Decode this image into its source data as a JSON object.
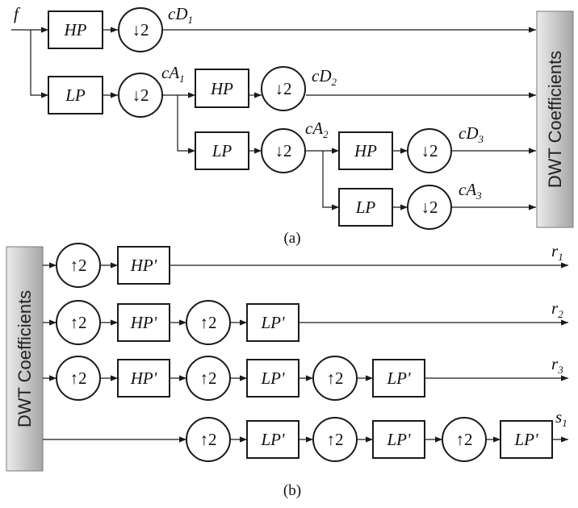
{
  "figure_a": {
    "input": "f",
    "coeffs": [
      {
        "base": "cD",
        "sub": "1"
      },
      {
        "base": "cA",
        "sub": "1"
      },
      {
        "base": "cD",
        "sub": "2"
      },
      {
        "base": "cA",
        "sub": "2"
      },
      {
        "base": "cD",
        "sub": "3"
      },
      {
        "base": "cA",
        "sub": "3"
      }
    ],
    "hp": "HP",
    "lp": "LP",
    "down": "↓2",
    "dwt": "DWT Coefficients",
    "caption": "(a)"
  },
  "figure_b": {
    "up": "↑2",
    "hp": "HP'",
    "lp": "LP'",
    "dwt": "DWT Coefficients",
    "outputs": [
      {
        "base": "r",
        "sub": "1"
      },
      {
        "base": "r",
        "sub": "2"
      },
      {
        "base": "r",
        "sub": "3"
      },
      {
        "base": "s",
        "sub": "1"
      }
    ],
    "caption": "(b)"
  },
  "colors": {
    "line": "#1a1a1a",
    "dwt_gradient_top": "#eaeaea",
    "dwt_gradient_bottom": "#a8a8a8"
  }
}
